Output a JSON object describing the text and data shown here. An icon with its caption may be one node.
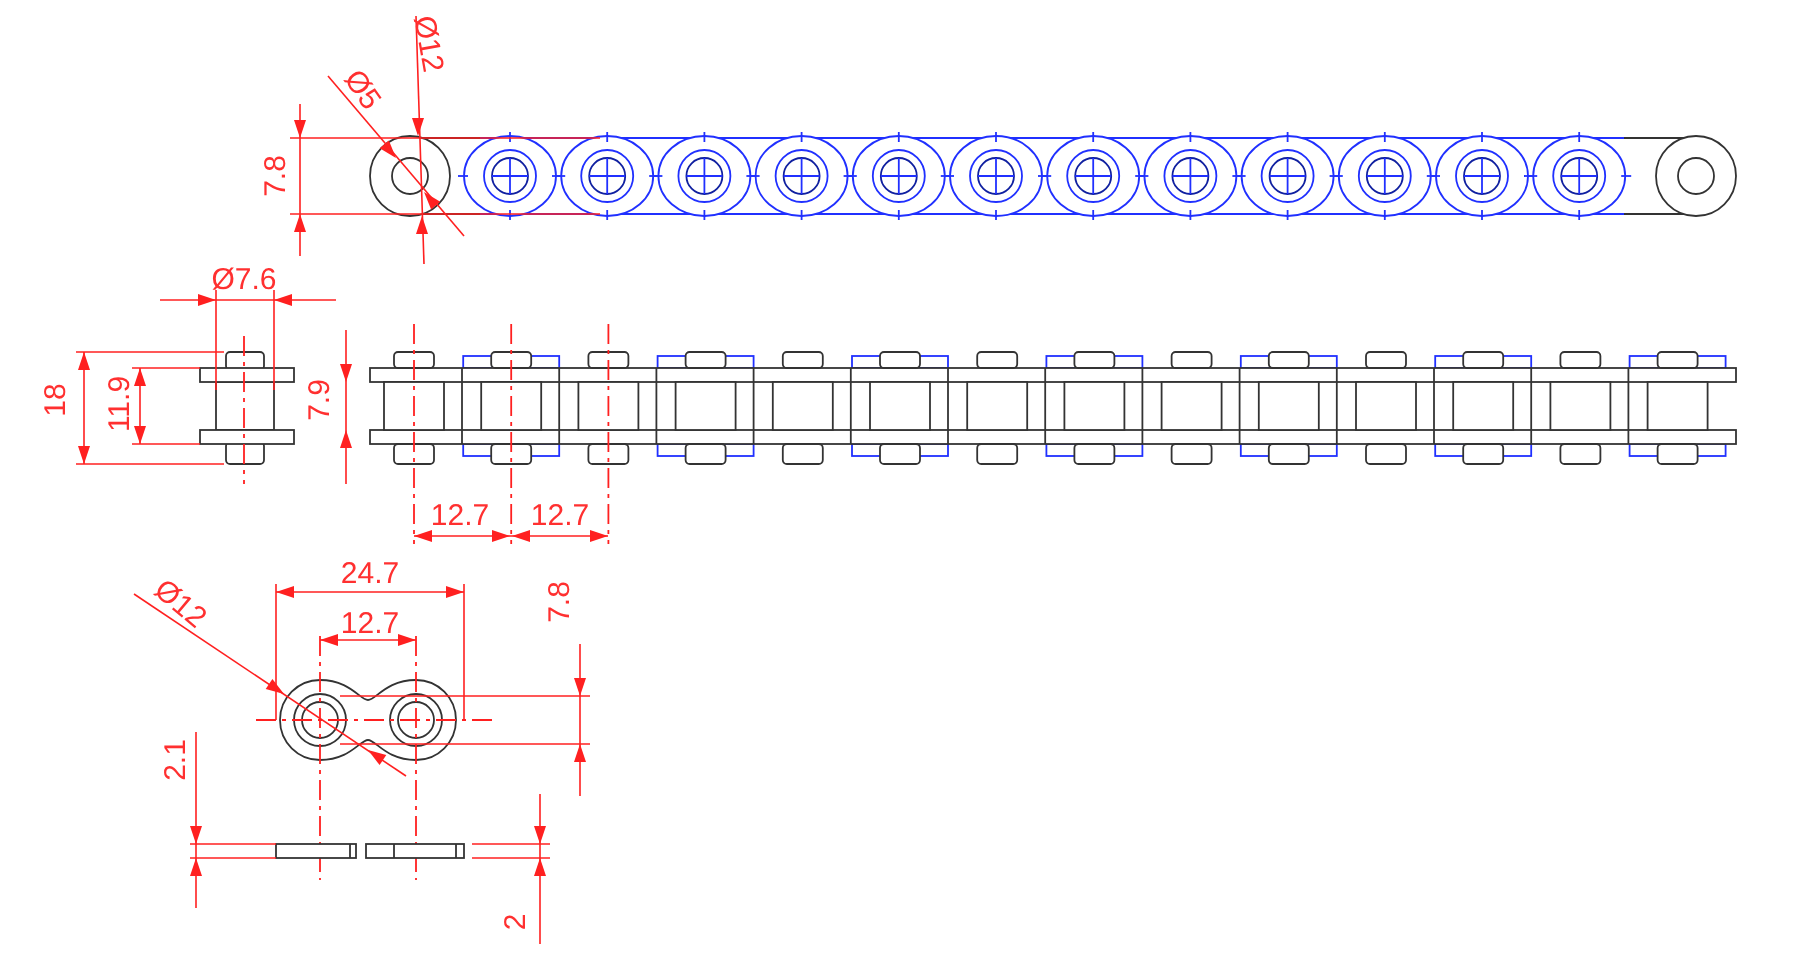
{
  "diagram": {
    "labels": [
      "Ø12",
      "Ø5",
      "7.8",
      "Ø7.6",
      "18",
      "11.9",
      "7.9",
      "12.7",
      "12.7",
      "Ø12",
      "24.7",
      "12.7",
      "7.8",
      "2.1",
      "2"
    ]
  }
}
